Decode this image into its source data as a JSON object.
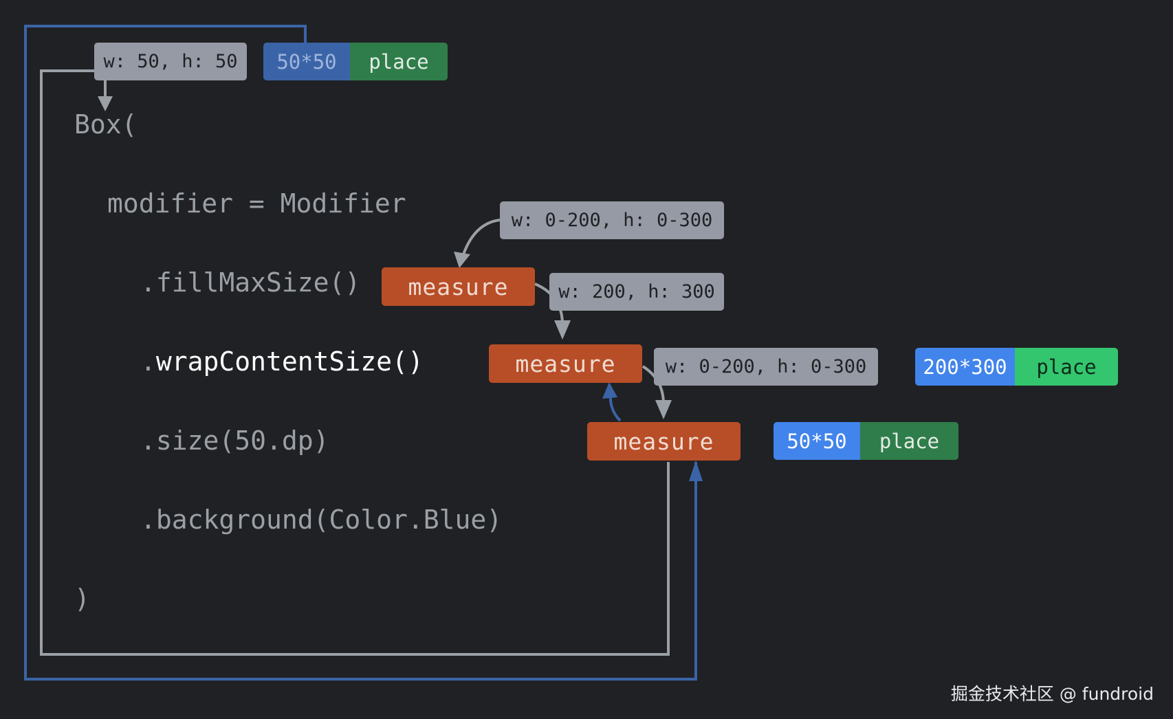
{
  "code": {
    "line1": "Box(",
    "line2": "modifier = Modifier",
    "line3": ".fillMaxSize()",
    "line4_dot": ".",
    "line4_rest": "wrapContentSize()",
    "line5": ".size(50.dp)",
    "line6": ".background(Color.Blue)",
    "line7": ")"
  },
  "labels": {
    "box_constraint": "w: 50, h: 50",
    "box_size": "50*50",
    "box_place": "place",
    "fill_constraint_in": "w: 0-200, h: 0-300",
    "fill_measure": "measure",
    "fill_constraint_out": "w: 200, h: 300",
    "wrap_measure": "measure",
    "wrap_constraint_out": "w: 0-200, h: 0-300",
    "wrap_size": "200*300",
    "wrap_place": "place",
    "size_measure": "measure",
    "size_size": "50*50",
    "size_place": "place"
  },
  "colors": {
    "background": "#202124",
    "constraint_pill": "#969aa4",
    "measure_pill": "#b84e27",
    "size_pill": "#4184ec",
    "place_pill": "#34c56f",
    "up_wire": "#3b64a8",
    "down_wire": "#9aa0a6"
  },
  "watermark": "掘金技术社区 @ fundroid"
}
